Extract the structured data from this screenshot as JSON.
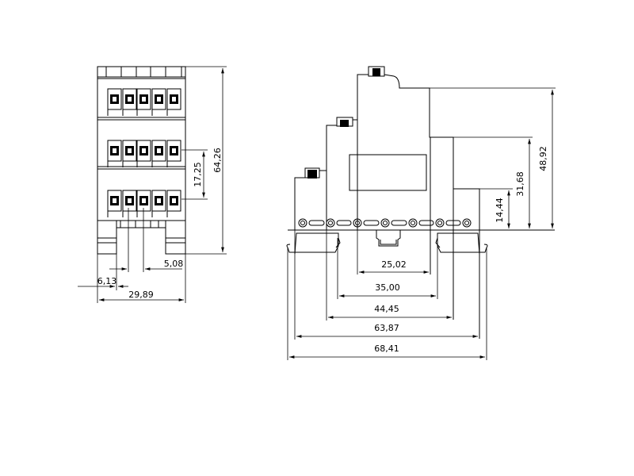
{
  "side_view": {
    "dimensions": {
      "height_total": "64,26",
      "tier_pitch": "17,25",
      "terminal_pitch": "5,08",
      "foot_offset": "6,13",
      "width_total": "29,89"
    },
    "tiers": 3,
    "terminals_per_tier": 5
  },
  "front_view": {
    "dimensions": {
      "module_width_1": "25,02",
      "rail_width": "35,00",
      "module_width_2": "44,45",
      "module_width_3": "63,87",
      "overall_width": "68,41",
      "step_height_1": "14,44",
      "step_height_2": "31,68",
      "overall_height": "48,92"
    }
  }
}
